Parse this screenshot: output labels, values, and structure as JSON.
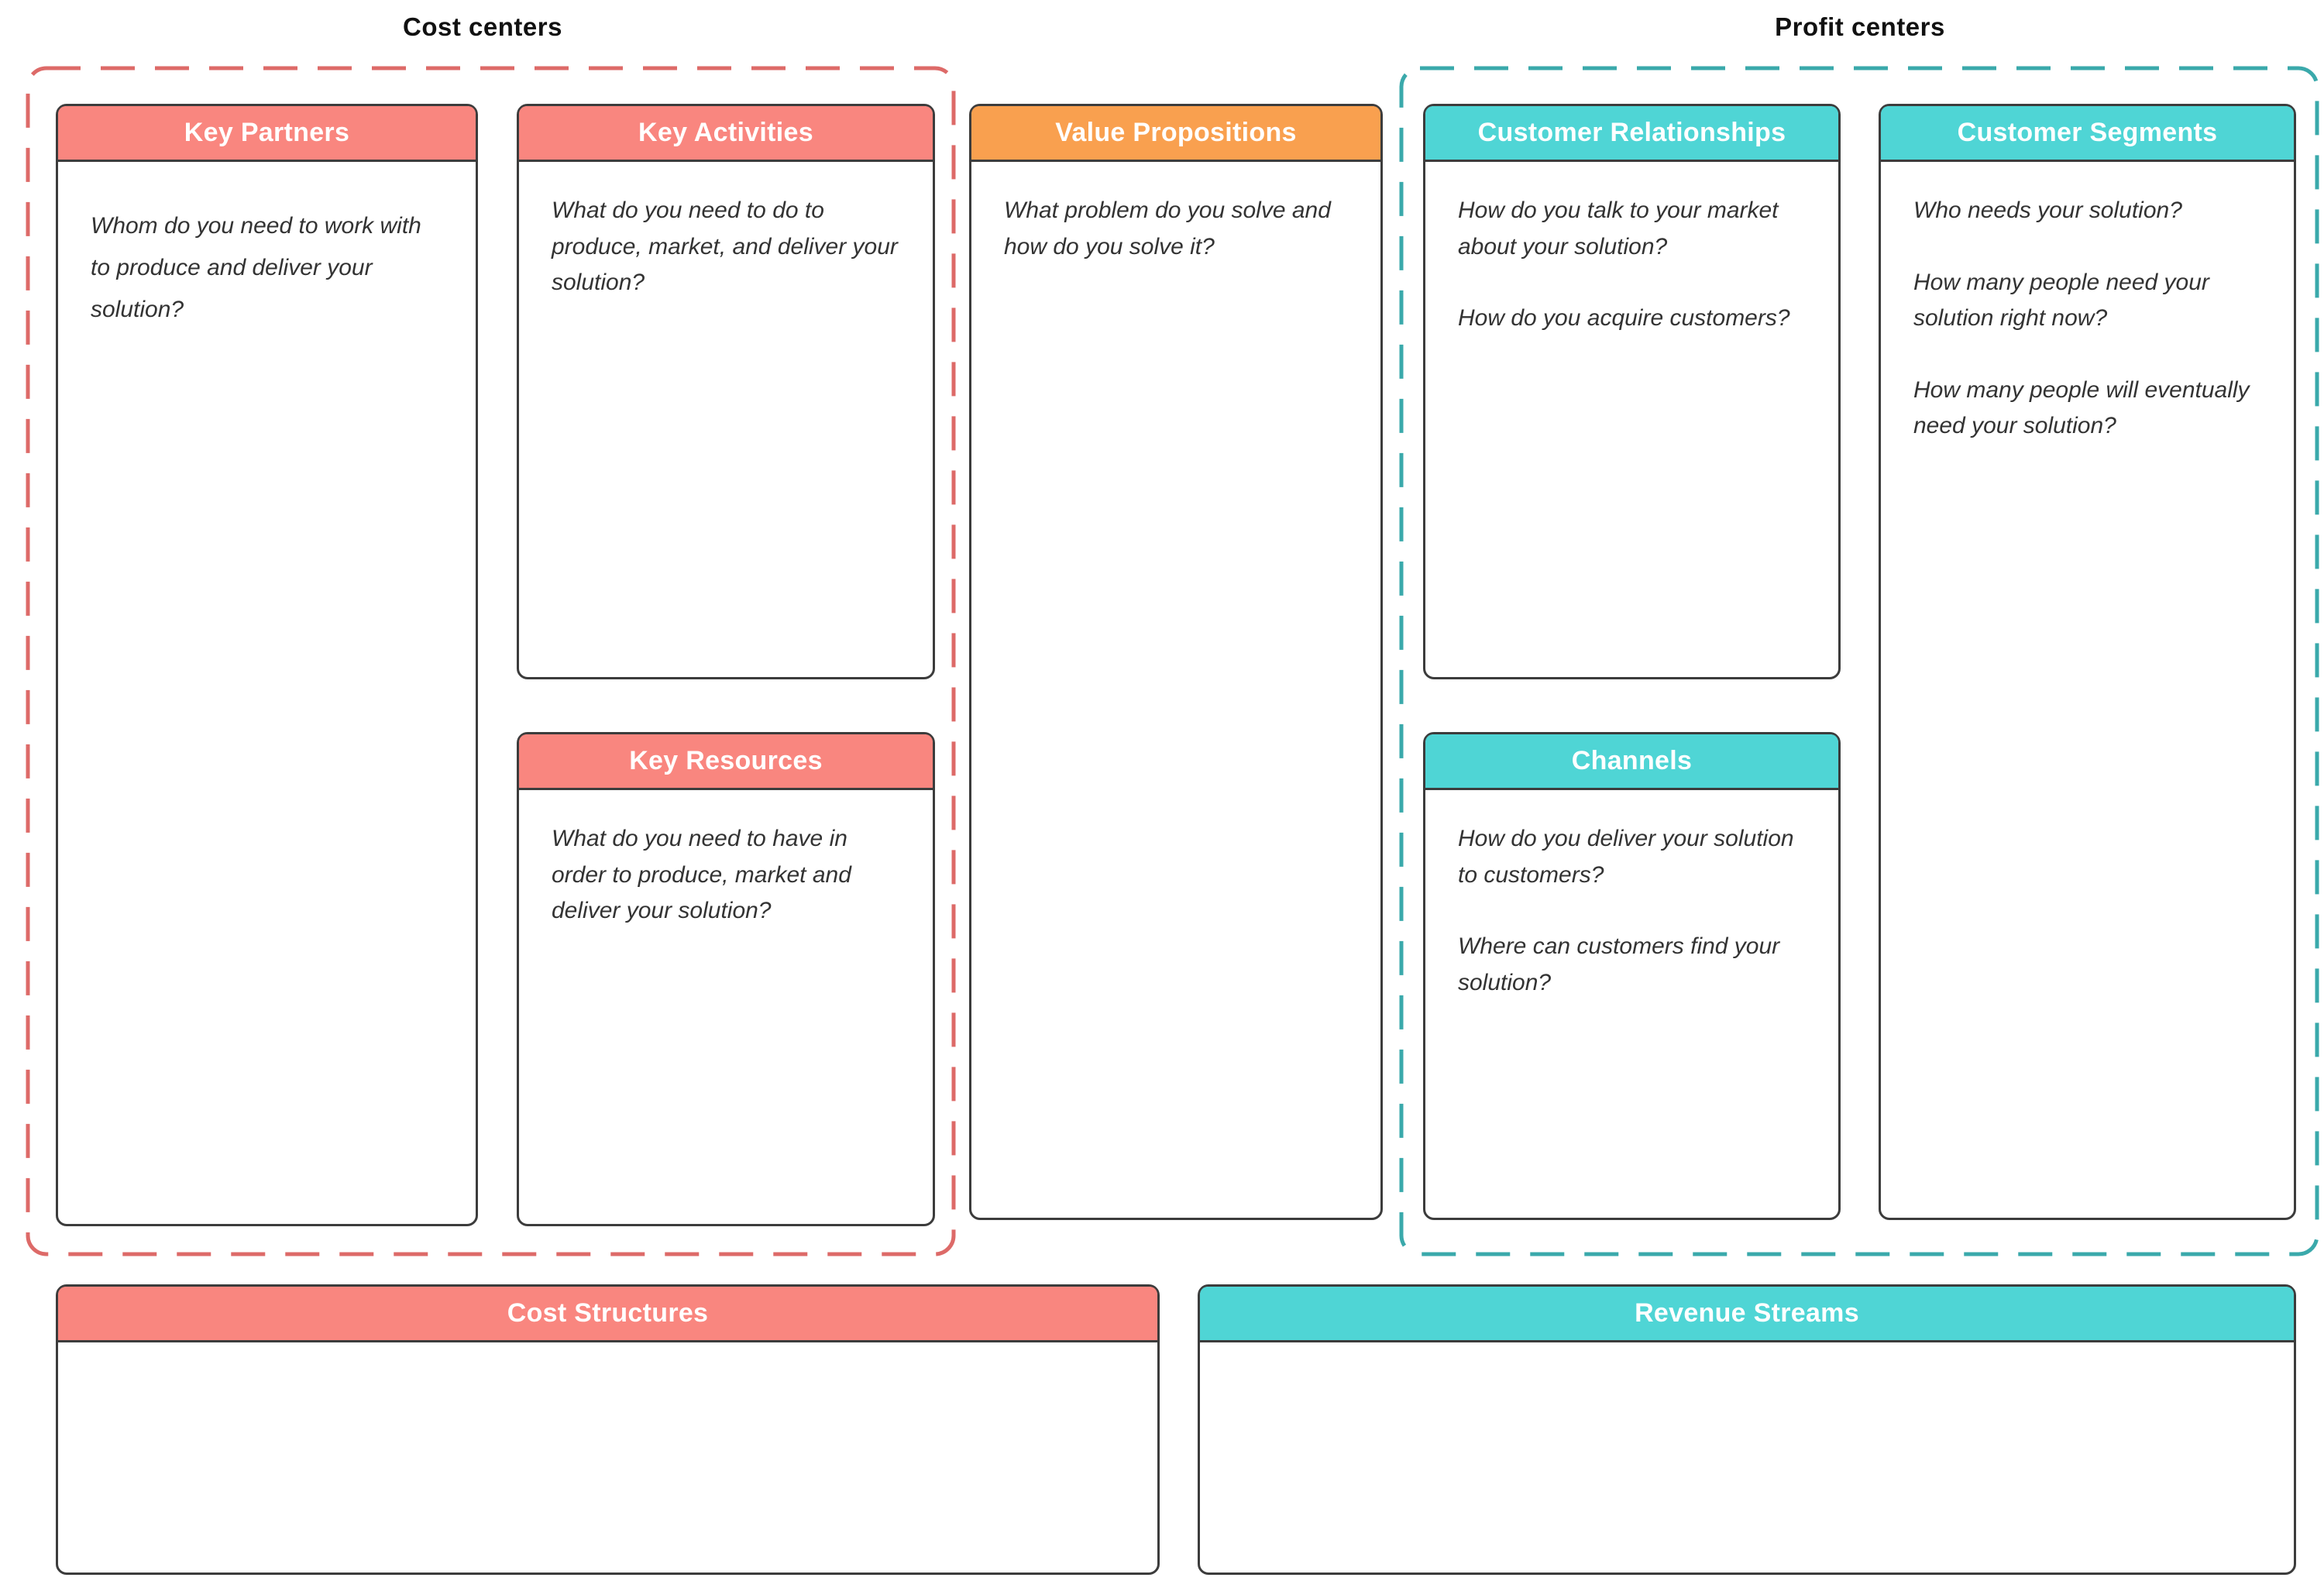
{
  "regions": {
    "cost_centers": {
      "label": "Cost centers",
      "border_color": "#dd6a68"
    },
    "profit_centers": {
      "label": "Profit centers",
      "border_color": "#3aa9ab"
    }
  },
  "colors": {
    "salmon_header": "#f9867f",
    "orange_header": "#f9a04f",
    "teal_header": "#4fd5d5",
    "card_border": "#3c3c3c",
    "body_text": "#333333",
    "title_text": "#111111"
  },
  "cards": {
    "key_partners": {
      "title": "Key Partners",
      "paragraphs": [
        "Whom do you need to work with to produce and deliver your solution?"
      ]
    },
    "key_activities": {
      "title": "Key Activities",
      "paragraphs": [
        "What do you need to do to produce, market, and deliver your solution?"
      ]
    },
    "key_resources": {
      "title": "Key Resources",
      "paragraphs": [
        "What do you need to have in order to produce, market and deliver your solution?"
      ]
    },
    "value_propositions": {
      "title": "Value Propositions",
      "paragraphs": [
        "What problem do you solve and how do you solve it?"
      ]
    },
    "customer_relationships": {
      "title": "Customer Relationships",
      "paragraphs": [
        "How do you talk to your market about your solution?",
        "How do you acquire customers?"
      ]
    },
    "channels": {
      "title": "Channels",
      "paragraphs": [
        "How do you deliver your solution to customers?",
        "Where can customers find your solution?"
      ]
    },
    "customer_segments": {
      "title": "Customer Segments",
      "paragraphs": [
        "Who needs your solution?",
        "How many people need your solution right now?",
        "How many people will eventually need your solution?"
      ]
    },
    "cost_structures": {
      "title": "Cost Structures",
      "paragraphs": []
    },
    "revenue_streams": {
      "title": "Revenue Streams",
      "paragraphs": []
    }
  }
}
